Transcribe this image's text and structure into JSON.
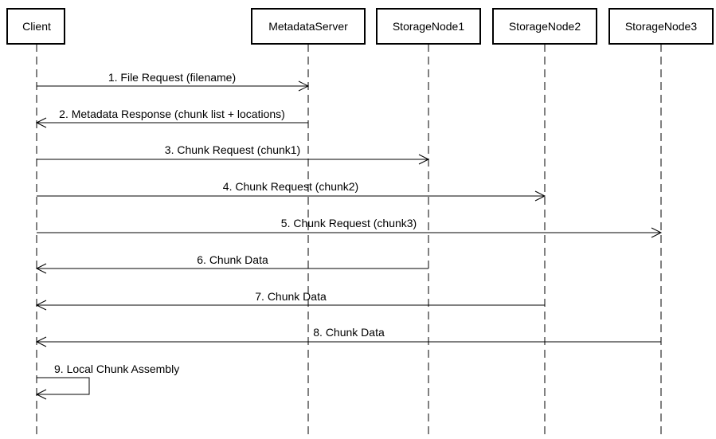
{
  "participants": [
    {
      "id": "client",
      "label": "Client"
    },
    {
      "id": "metadata",
      "label": "MetadataServer"
    },
    {
      "id": "storage1",
      "label": "StorageNode1"
    },
    {
      "id": "storage2",
      "label": "StorageNode2"
    },
    {
      "id": "storage3",
      "label": "StorageNode3"
    }
  ],
  "messages": [
    {
      "label": "1. File Request (filename)",
      "from": "client",
      "to": "metadata"
    },
    {
      "label": "2. Metadata Response (chunk list + locations)",
      "from": "metadata",
      "to": "client"
    },
    {
      "label": "3. Chunk Request (chunk1)",
      "from": "client",
      "to": "storage1"
    },
    {
      "label": "4. Chunk Request (chunk2)",
      "from": "client",
      "to": "storage2"
    },
    {
      "label": "5. Chunk Request (chunk3)",
      "from": "client",
      "to": "storage3"
    },
    {
      "label": "6. Chunk Data",
      "from": "storage1",
      "to": "client"
    },
    {
      "label": "7. Chunk Data",
      "from": "storage2",
      "to": "client"
    },
    {
      "label": "8. Chunk Data",
      "from": "storage3",
      "to": "client"
    },
    {
      "label": "9. Local Chunk Assembly",
      "from": "client",
      "to": "client"
    }
  ]
}
